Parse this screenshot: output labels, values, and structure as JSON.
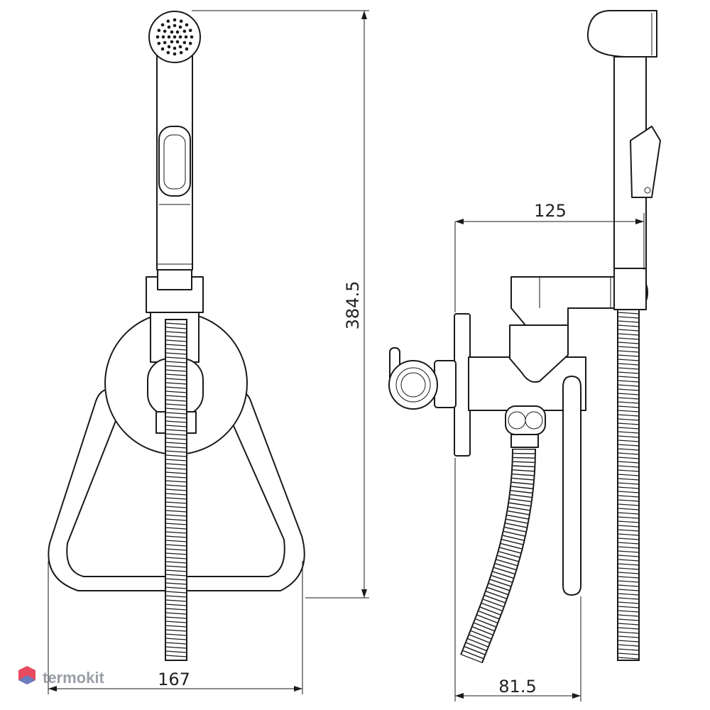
{
  "dimensions": {
    "height": "384.5",
    "hose_depth": "125",
    "width": "167",
    "mixer_depth": "81.5"
  },
  "watermark": {
    "text": "termokit",
    "color": "#9a9ea6",
    "logo_colors": [
      "#e84a5f",
      "#6a7dbf"
    ]
  },
  "line_color": "#1a1a1a"
}
